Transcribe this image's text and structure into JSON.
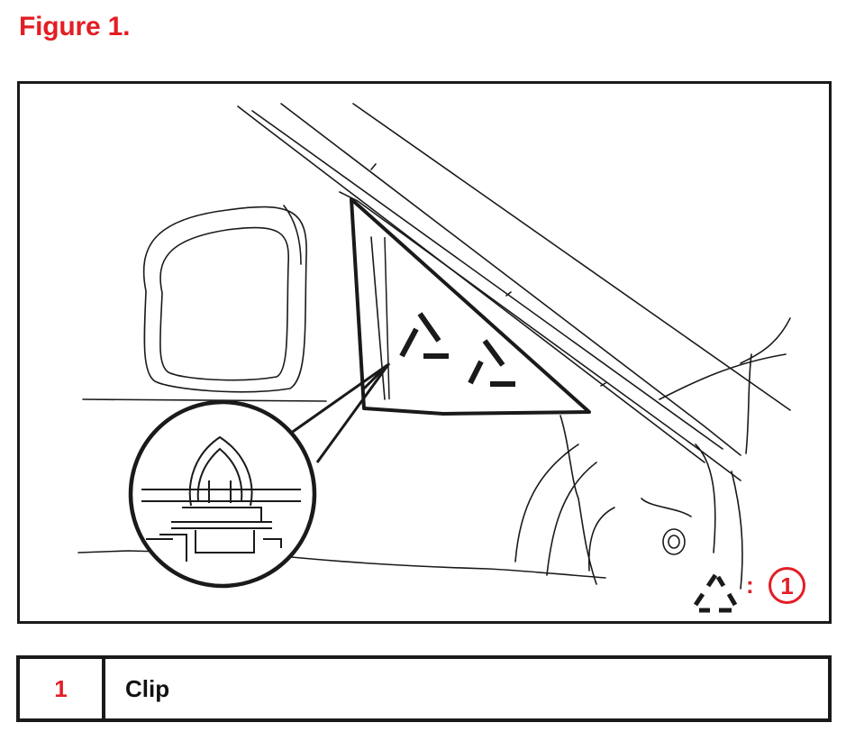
{
  "figure": {
    "title": "Figure 1."
  },
  "callout": {
    "number": "1",
    "separator": ":",
    "accent_color": "#e31e24",
    "symbol_icon": "dashed-triangle-icon"
  },
  "legend": {
    "rows": [
      {
        "number": "1",
        "description": "Clip"
      }
    ]
  },
  "colors": {
    "line": "#1a1a1a",
    "accent": "#e31e24"
  }
}
